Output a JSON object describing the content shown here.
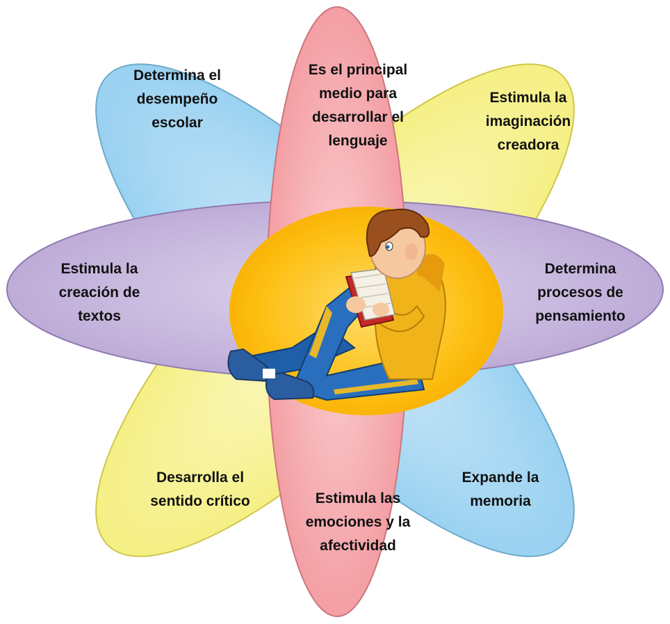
{
  "petals": [
    {
      "key": "top-left",
      "lines": [
        "Determina el",
        "desempeño",
        "escolar"
      ]
    },
    {
      "key": "top",
      "lines": [
        "Es el principal",
        "medio para",
        "desarrollar el",
        "lenguaje"
      ]
    },
    {
      "key": "top-right",
      "lines": [
        "Estimula la",
        "imaginación",
        "creadora"
      ]
    },
    {
      "key": "left",
      "lines": [
        "Estimula la",
        "creación de",
        "textos"
      ]
    },
    {
      "key": "right",
      "lines": [
        "Determina",
        "procesos de",
        "pensamiento"
      ]
    },
    {
      "key": "bottom-left",
      "lines": [
        "Desarrolla el",
        "sentido crítico"
      ]
    },
    {
      "key": "bottom",
      "lines": [
        "Estimula las",
        "emociones y la",
        "afectividad"
      ]
    },
    {
      "key": "bottom-right",
      "lines": [
        "Expande la",
        "memoria"
      ]
    }
  ],
  "colors": {
    "blue_petal": "#a9d8f2",
    "yellow_petal": "#f7f29a",
    "purple_petal": "#c5b4dc",
    "red_petal": "#f6a7ab",
    "center_disc": "#fdba0c",
    "center_glow": "#fcd95c"
  },
  "center_image": "boy-reading-book"
}
